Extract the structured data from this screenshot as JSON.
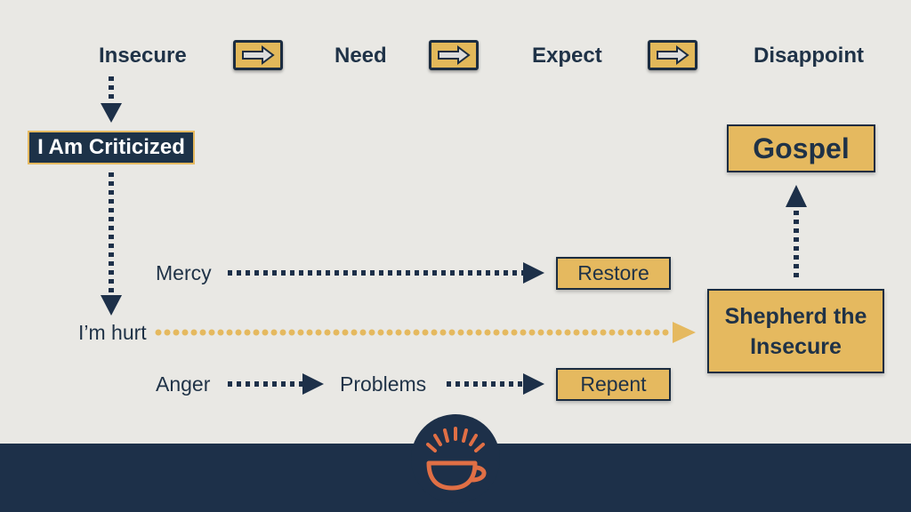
{
  "top_flow": {
    "step1": "Insecure",
    "step2": "Need",
    "step3": "Expect",
    "step4": "Disappoint"
  },
  "criticized_label": "I Am Criticized",
  "gospel_label": "Gospel",
  "branches": {
    "mercy": "Mercy",
    "restore": "Restore",
    "hurt": "I’m hurt",
    "anger": "Anger",
    "problems": "Problems",
    "repent": "Repent"
  },
  "shepherd_label": "Shepherd the Insecure",
  "colors": {
    "navy": "#1d3049",
    "gold": "#e5b95f",
    "background": "#e9e8e4",
    "logo_orange": "#e06f45"
  },
  "icons": {
    "arrow_box_icon": "right-arrow-in-box",
    "logo": "coffee-cup-with-sunrise"
  }
}
